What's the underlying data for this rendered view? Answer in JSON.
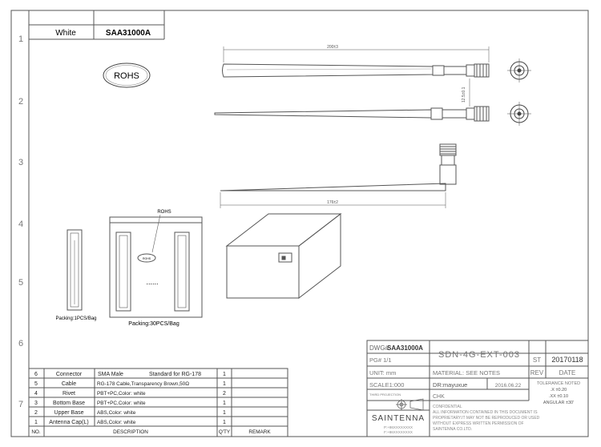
{
  "header": {
    "color": "White",
    "part_no": "SAA31000A"
  },
  "rohs_badge": "ROHS",
  "zones": [
    "1",
    "2",
    "3",
    "4",
    "5",
    "6",
    "7"
  ],
  "dimensions": {
    "length_top": "200±3",
    "length_bottom": "176±2",
    "diameter": "12.5±0.1"
  },
  "packing": {
    "rohs_label": "ROHS",
    "rohs_small": "ROHS",
    "dots": "......",
    "single_caption": "Packing:1PCS/Bag",
    "bag_caption": "Packing:30PCS/Bag"
  },
  "bom": {
    "headers": {
      "no": "NO.",
      "description": "DESCRIPTION",
      "qty": "Q'TY",
      "remark": "REMARK"
    },
    "rows": [
      {
        "no": "6",
        "name": "Connector",
        "spec": "SMA Male",
        "spec2": "Standard for RG-178",
        "qty": "1"
      },
      {
        "no": "5",
        "name": "Cable",
        "spec": "RG-178 Cable,Transparency Brown,50Ω",
        "spec2": "",
        "qty": "1"
      },
      {
        "no": "4",
        "name": "Rivet",
        "spec": "PBT+PC,Color: white",
        "spec2": "",
        "qty": "2"
      },
      {
        "no": "3",
        "name": "Bottom Base",
        "spec": "PBT+PC,Color: white",
        "spec2": "",
        "qty": "1"
      },
      {
        "no": "2",
        "name": "Upper Base",
        "spec": "ABS,Color: white",
        "spec2": "",
        "qty": "1"
      },
      {
        "no": "1",
        "name": "Antenna Cap(L)",
        "spec": "ABS,Color: white",
        "spec2": "",
        "qty": "1"
      }
    ]
  },
  "title_block": {
    "dwg_label": "DWG#",
    "dwg_value": "SAA31000A",
    "pg": "PG# 1/1",
    "drawing_no": "SDN-4G-EXT-003",
    "st": "ST",
    "date_code": "20170118",
    "unit": "UNIT: mm",
    "material": "MATERIAL: SEE NOTES",
    "rev": "REV",
    "date": "DATE",
    "scale": "SCALE1:000",
    "dr": "DR:mayuxue",
    "dr_date": "2016.06.22",
    "tol_title": "TOLERANCE NOTED",
    "tol_1": ".X  ±0.20",
    "tol_2": ".XX  ±0.10",
    "tol_3": "ANGULAR ±30'",
    "projection": "THIRD PROJECTION",
    "chk": "CHK",
    "confidential_1": "CONFIDENTIAL",
    "confidential_2": "ALL INFORMATION CONTAINED IN THIS DOCUMENT IS",
    "confidential_3": "PROPRIETARY.IT MAY NOT BE REPRODUCED OR USED",
    "confidential_4": "WITHOUT EXPRESS WRITTEN PERMISSION OF",
    "confidential_5": "SAINTENNA CO.LTD.",
    "company": "SAINTENNA",
    "phone": "P:+86XXXXXXXX",
    "fax": "F:+86XXXXXXXX"
  }
}
